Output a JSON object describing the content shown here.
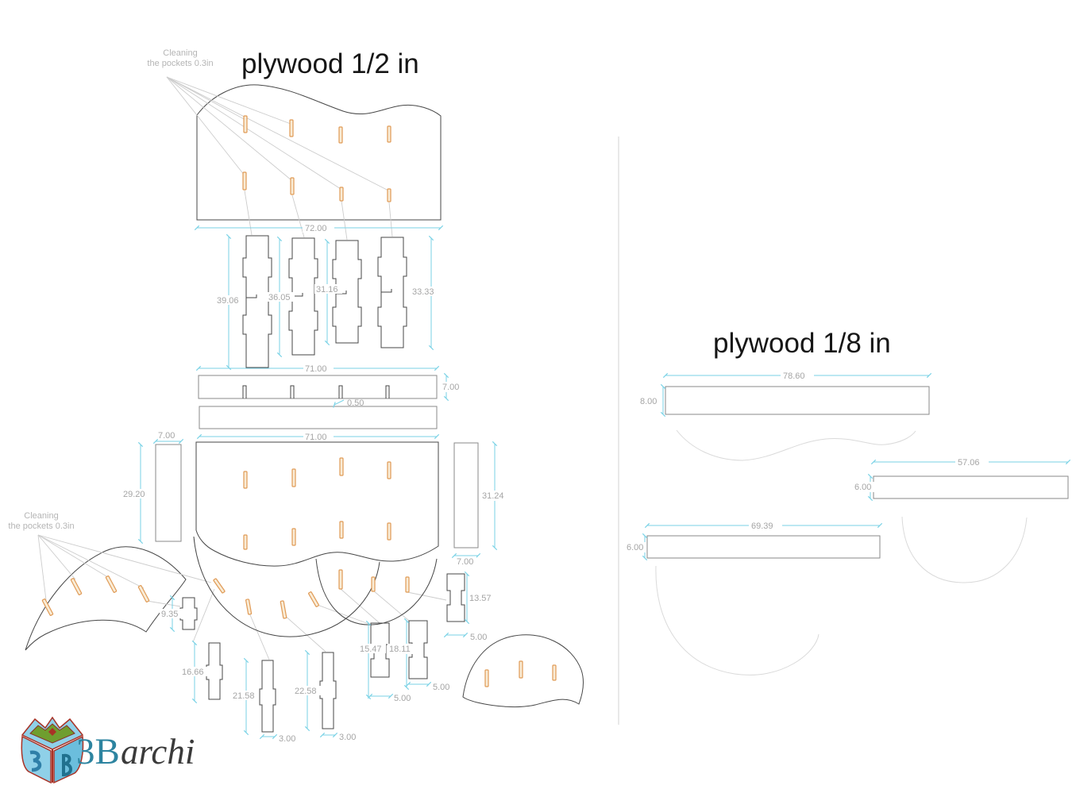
{
  "sheets": {
    "left": {
      "title": "plywood 1/2 in"
    },
    "right": {
      "title": "plywood 1/8 in"
    }
  },
  "notes": {
    "cleaning": {
      "line1": "Cleaning",
      "line2": "the pockets 0.3in"
    }
  },
  "dims": {
    "top_panel_width": "72.00",
    "slat_1": "39.06",
    "slat_2": "36.05",
    "slat_3": "31.16",
    "slat_4": "33.33",
    "rail_width": "71.00",
    "rail_height": "7.00",
    "slit_width": "0.50",
    "rail2_width": "71.00",
    "side_left_width": "7.00",
    "side_left_height": "29.20",
    "side_right_height": "31.24",
    "side_right_width": "7.00",
    "plug_a_height": "9.35",
    "plug_b_height": "16.66",
    "plug_c_height": "21.58",
    "plug_d_height": "22.58",
    "plug_e_height": "15.47",
    "plug_f_height": "18.11",
    "plug_g_height": "13.57",
    "plug_c_width": "3.00",
    "plug_d_width": "3.00",
    "plug_e_width": "5.00",
    "plug_f_width": "5.00",
    "plug_g_width": "5.00",
    "strip1_width": "78.60",
    "strip1_height": "8.00",
    "strip2_width": "57.06",
    "strip2_height": "6.00",
    "strip3_width": "69.39",
    "strip3_height": "6.00"
  },
  "logo": {
    "brand": "3B",
    "word": "archi"
  },
  "colors": {
    "dimension_line": "#79d2e6",
    "dimension_text": "#a5a5a5",
    "pocket_slot": "#e09a55",
    "outline": "#474747",
    "light_outline": "#dadada",
    "leader": "#cccccc",
    "logo_teal": "#2d84a0",
    "logo_red": "#a93226",
    "logo_green": "#6f9e2f",
    "logo_blue": "#8fd0e8"
  }
}
